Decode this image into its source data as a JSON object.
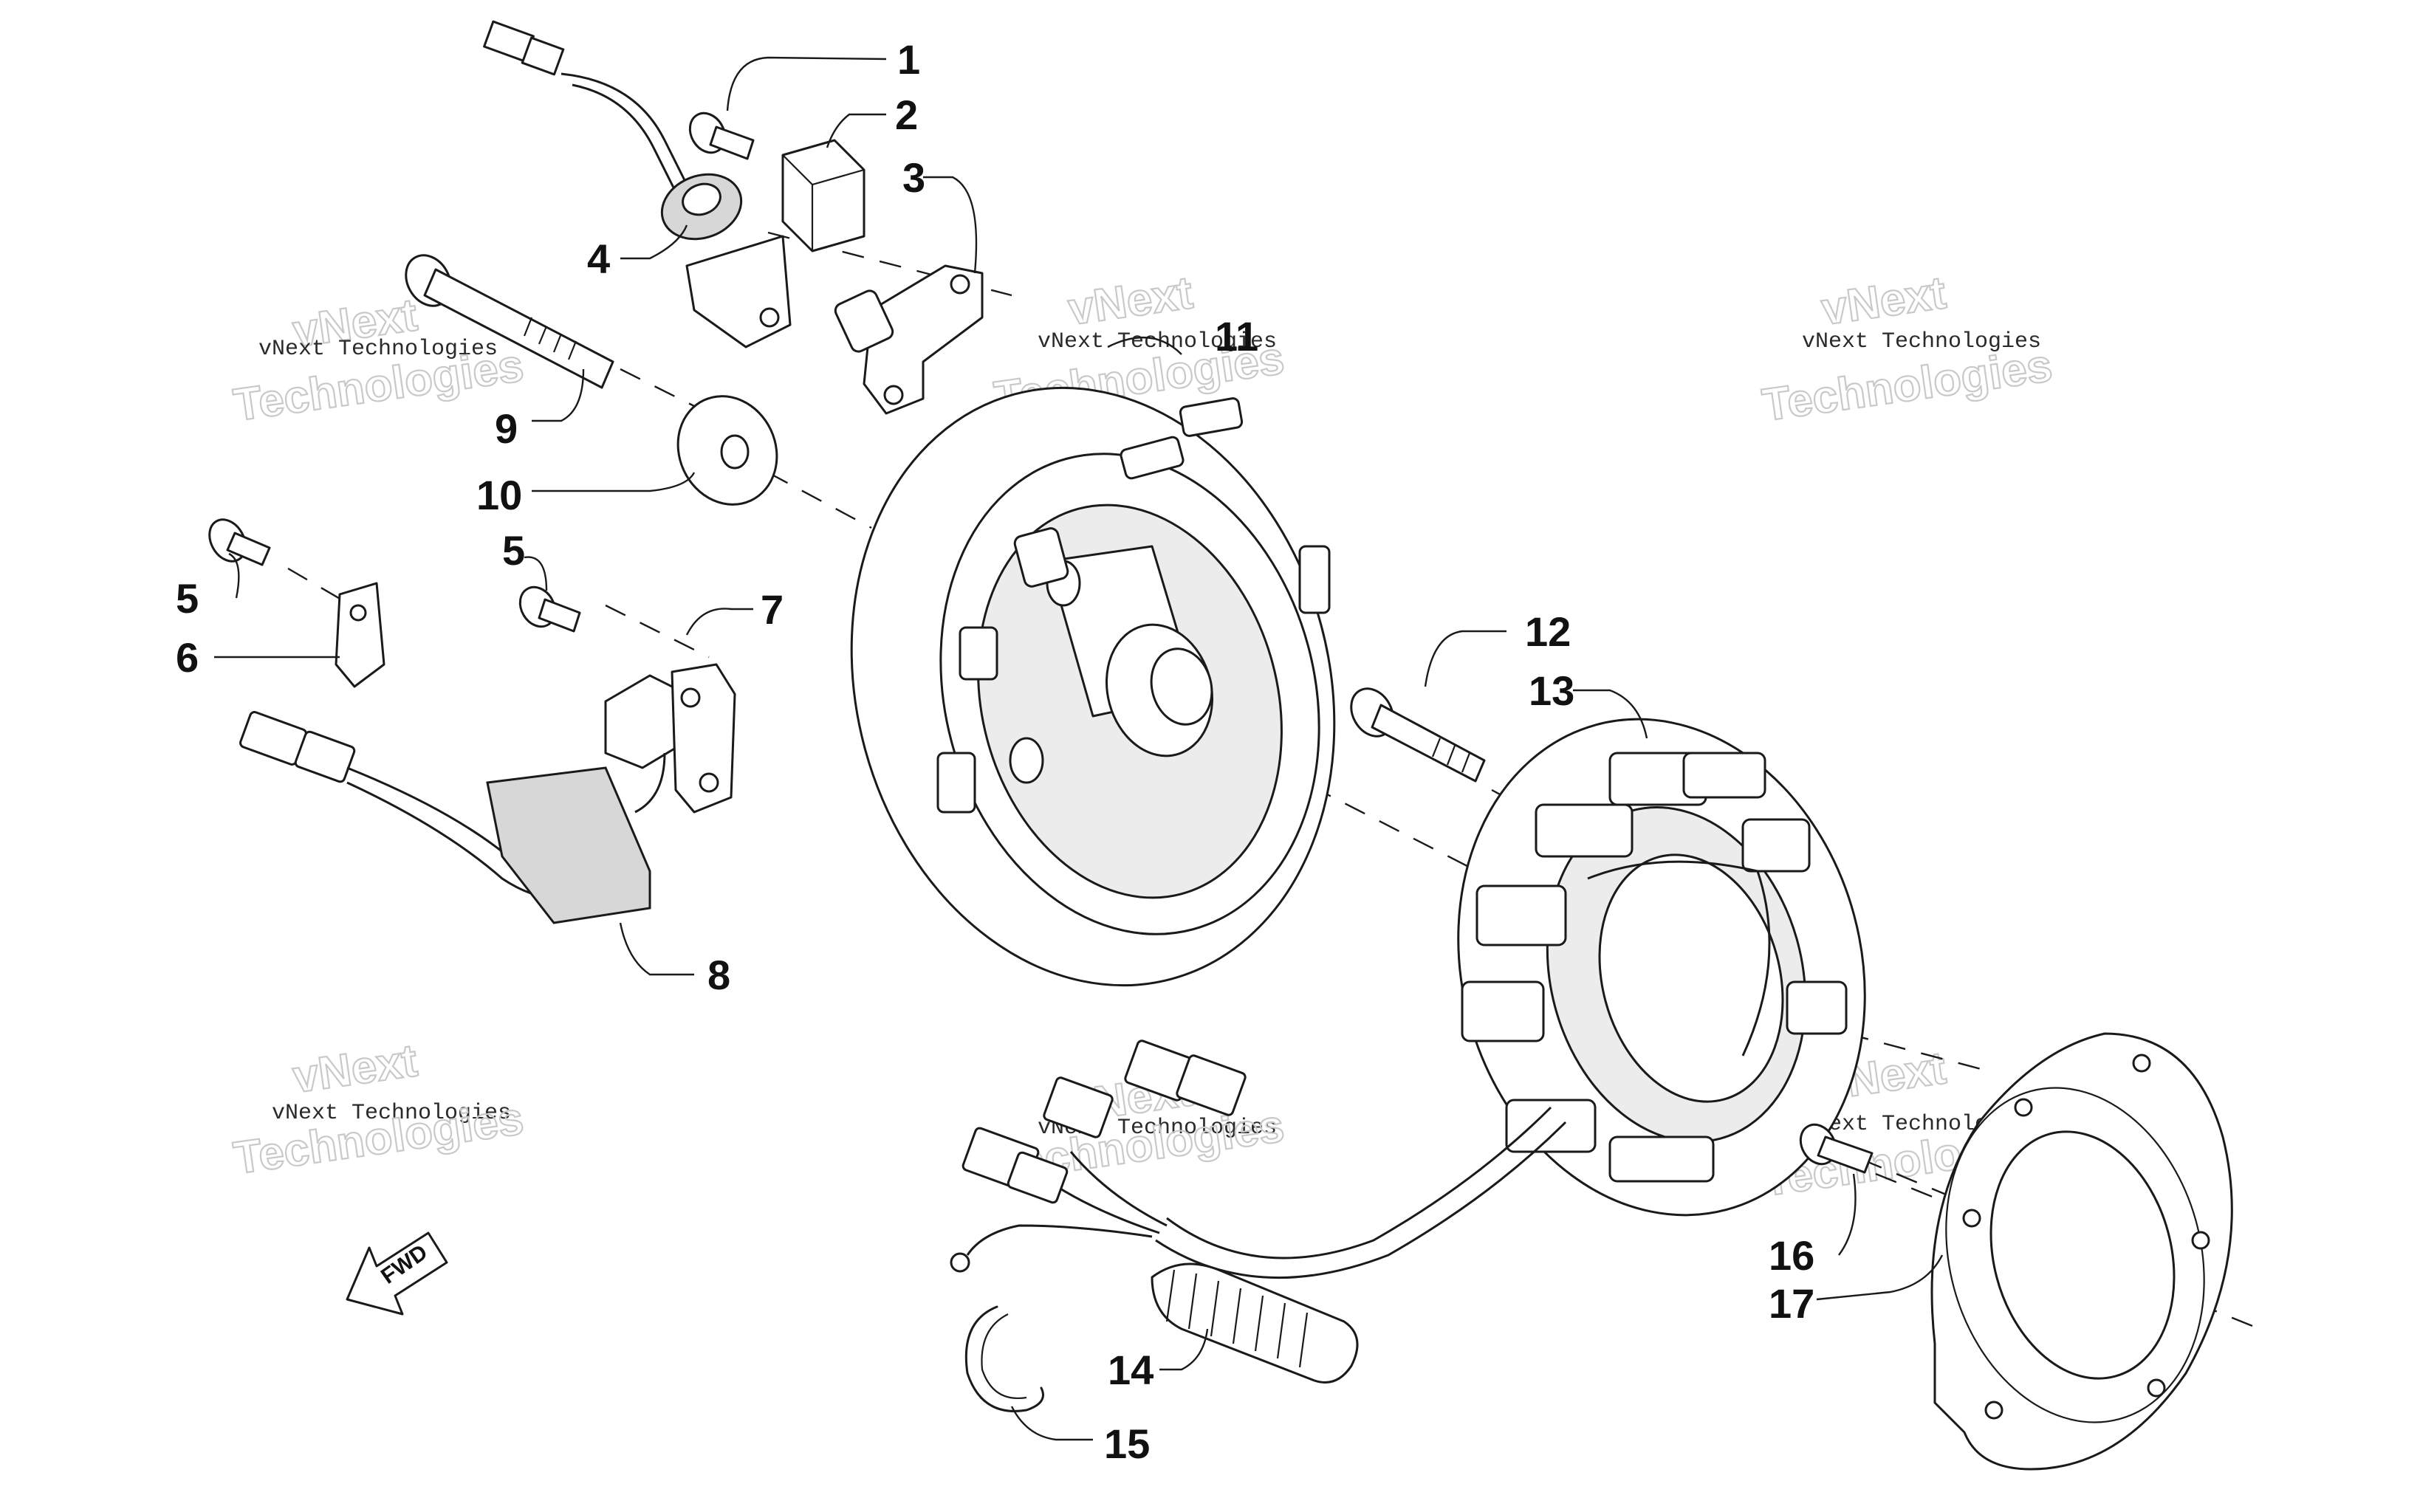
{
  "callouts": [
    {
      "id": "c1",
      "label": "1"
    },
    {
      "id": "c2",
      "label": "2"
    },
    {
      "id": "c3",
      "label": "3"
    },
    {
      "id": "c4",
      "label": "4"
    },
    {
      "id": "c5a",
      "label": "5"
    },
    {
      "id": "c5b",
      "label": "5"
    },
    {
      "id": "c6",
      "label": "6"
    },
    {
      "id": "c7",
      "label": "7"
    },
    {
      "id": "c8",
      "label": "8"
    },
    {
      "id": "c9",
      "label": "9"
    },
    {
      "id": "c10",
      "label": "10"
    },
    {
      "id": "c11",
      "label": "11"
    },
    {
      "id": "c12",
      "label": "12"
    },
    {
      "id": "c13",
      "label": "13"
    },
    {
      "id": "c14",
      "label": "14"
    },
    {
      "id": "c15",
      "label": "15"
    },
    {
      "id": "c16",
      "label": "16"
    },
    {
      "id": "c17",
      "label": "17"
    }
  ],
  "watermark": {
    "brand": "vNext",
    "line1": "vNext Technologies",
    "line2": "Technologies"
  },
  "direction_arrow": {
    "label": "FWD",
    "icon": "forward-direction-arrow-icon"
  }
}
